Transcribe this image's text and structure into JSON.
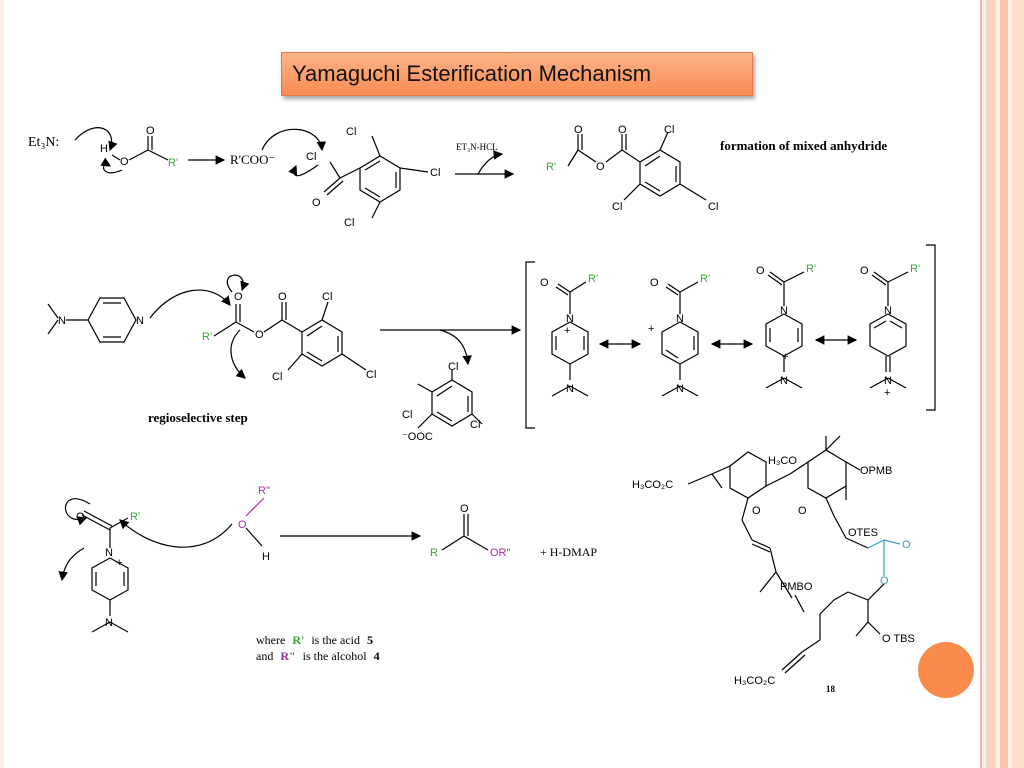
{
  "title": "Yamaguchi Esterification Mechanism",
  "step1": {
    "reagent_et3n": "Et₃N:",
    "h": "H",
    "o": "O",
    "o_top": "O",
    "r_prime": "R'",
    "carboxylate": "R'COO⁻",
    "cl": "Cl",
    "o_carbonyl": "O",
    "reagent_above_arrow": "ET₃N-HCL",
    "product_rp": "R'",
    "product_o": "O",
    "caption": "formation of mixed anhydride"
  },
  "step2": {
    "dmap_n_me2": "N",
    "dmap_n": "N",
    "anhydride_rp": "R'",
    "o": "O",
    "cl": "Cl",
    "caption": "regioselective step",
    "leaving_group": "⁻OOC",
    "resonance_rp": "R'",
    "resonance_o": "O",
    "resonance_n": "N",
    "plus": "+"
  },
  "step3": {
    "rp": "R'",
    "o": "O",
    "n": "N",
    "plus": "+",
    "alcohol_r": "R\"",
    "alcohol_o": "O",
    "alcohol_h": "H",
    "product_r": "R",
    "product_o": "O",
    "product_or": "OR\"",
    "byproduct": "+ H-DMAP",
    "note_line1_a": "where",
    "note_line1_b": "R'",
    "note_line1_c": "is the acid",
    "note_line1_d": "5",
    "note_line2_a": "and",
    "note_line2_b": "R\"",
    "note_line2_c": "is the alcohol",
    "note_line2_d": "4"
  },
  "molecule": {
    "h3co2c_top": "H₃CO₂C",
    "h3co": "H₃CO",
    "opmb": "OPMB",
    "o_ring1": "O",
    "o_ring2": "O",
    "otes": "OTES",
    "o_ester1": "O",
    "o_ester2": "O",
    "pmbo": "PMBO",
    "otbs": "O TBS",
    "h3co2c_bottom": "H₃CO₂C",
    "compound_number": "18"
  },
  "colors": {
    "green": "#3aa63a",
    "purple": "#a0309a",
    "teal": "#3a9fb8",
    "title_fill": "#f98c52",
    "accent_dot": "#f98c4c"
  }
}
